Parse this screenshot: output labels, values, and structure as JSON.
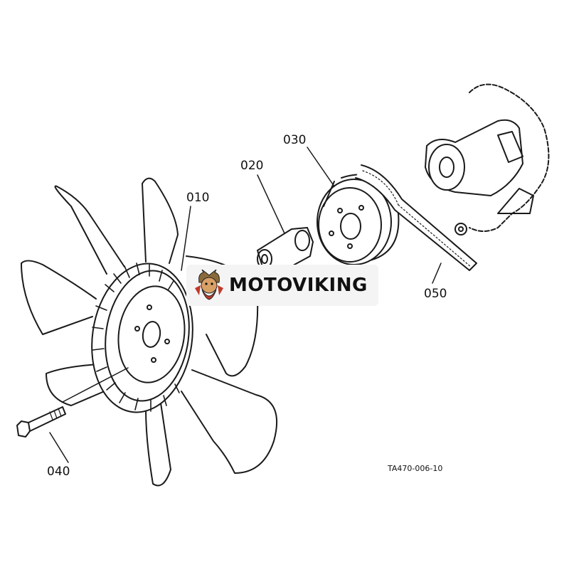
{
  "diagram": {
    "parts": [
      {
        "id": "010",
        "label": "010"
      },
      {
        "id": "020",
        "label": "020"
      },
      {
        "id": "030",
        "label": "030"
      },
      {
        "id": "040",
        "label": "040"
      },
      {
        "id": "050",
        "label": "050"
      }
    ],
    "drawing_code": "TA470-006-10"
  },
  "watermark": {
    "text": "MOTOVIKING"
  },
  "colors": {
    "line": "#1a1a1a",
    "background": "#ffffff",
    "watermark_bg": "#f4f4f4",
    "logo_red": "#c0392b"
  }
}
